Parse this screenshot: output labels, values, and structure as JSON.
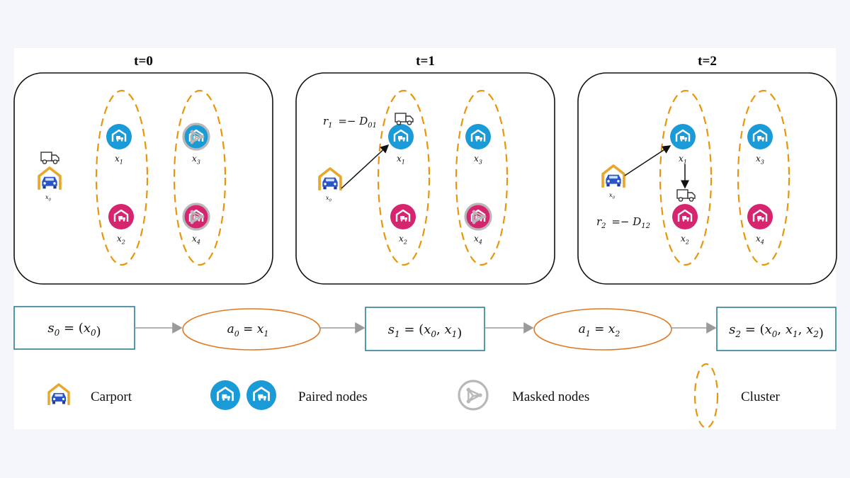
{
  "panels": [
    {
      "title": "t=0",
      "depot": "x",
      "depot_sub": "0",
      "nodes": [
        {
          "id": "x1",
          "label": "x",
          "sub": "1",
          "color": "#1a9ad6",
          "masked": false
        },
        {
          "id": "x2",
          "label": "x",
          "sub": "2",
          "color": "#d6246e",
          "masked": false
        },
        {
          "id": "x3",
          "label": "x",
          "sub": "3",
          "color": "#1a9ad6",
          "masked": true
        },
        {
          "id": "x4",
          "label": "x",
          "sub": "4",
          "color": "#d6246e",
          "masked": true
        }
      ]
    },
    {
      "title": "t=1",
      "depot": "x",
      "depot_sub": "0",
      "reward": {
        "r": "r",
        "r_sub": "1",
        "eq": "=−",
        "D": "D",
        "D_sub": "01"
      },
      "nodes": [
        {
          "id": "x1",
          "label": "x",
          "sub": "1",
          "color": "#1a9ad6",
          "masked": false
        },
        {
          "id": "x2",
          "label": "x",
          "sub": "2",
          "color": "#d6246e",
          "masked": false
        },
        {
          "id": "x3",
          "label": "x",
          "sub": "3",
          "color": "#1a9ad6",
          "masked": false
        },
        {
          "id": "x4",
          "label": "x",
          "sub": "4",
          "color": "#d6246e",
          "masked": true
        }
      ]
    },
    {
      "title": "t=2",
      "depot": "x",
      "depot_sub": "0",
      "reward": {
        "r": "r",
        "r_sub": "2",
        "eq": "=−",
        "D": "D",
        "D_sub": "12"
      },
      "nodes": [
        {
          "id": "x1",
          "label": "x",
          "sub": "1",
          "color": "#1a9ad6",
          "masked": false
        },
        {
          "id": "x2",
          "label": "x",
          "sub": "2",
          "color": "#d6246e",
          "masked": false
        },
        {
          "id": "x3",
          "label": "x",
          "sub": "3",
          "color": "#1a9ad6",
          "masked": false
        },
        {
          "id": "x4",
          "label": "x",
          "sub": "4",
          "color": "#d6246e",
          "masked": false
        }
      ]
    }
  ],
  "sequence": {
    "s0": {
      "s": "s",
      "sub": "0",
      "rhs_open": "= (",
      "items": [
        [
          "x",
          "0"
        ]
      ],
      "close": ")"
    },
    "a0": {
      "a": "a",
      "sub": "0",
      "eq": "=",
      "x": "x",
      "x_sub": "1"
    },
    "s1": {
      "s": "s",
      "sub": "1",
      "rhs_open": "= (",
      "items": [
        [
          "x",
          "0"
        ],
        [
          "x",
          "1"
        ]
      ],
      "close": ")"
    },
    "a1": {
      "a": "a",
      "sub": "1",
      "eq": "=",
      "x": "x",
      "x_sub": "2"
    },
    "s2": {
      "s": "s",
      "sub": "2",
      "rhs_open": "= (",
      "items": [
        [
          "x",
          "0"
        ],
        [
          "x",
          "1"
        ],
        [
          "x",
          "2"
        ]
      ],
      "close": ")"
    }
  },
  "legend": {
    "carport": "Carport",
    "paired": "Paired nodes",
    "masked": "Masked nodes",
    "cluster": "Cluster"
  },
  "colors": {
    "blue": "#1a9ad6",
    "pink": "#d6246e",
    "cluster": "#e8960f",
    "state_border": "#2f7e96",
    "action_border": "#e07a22",
    "depot_roof": "#e8a62a",
    "car": "#2a55c8",
    "mask": "#b8b8b8"
  }
}
